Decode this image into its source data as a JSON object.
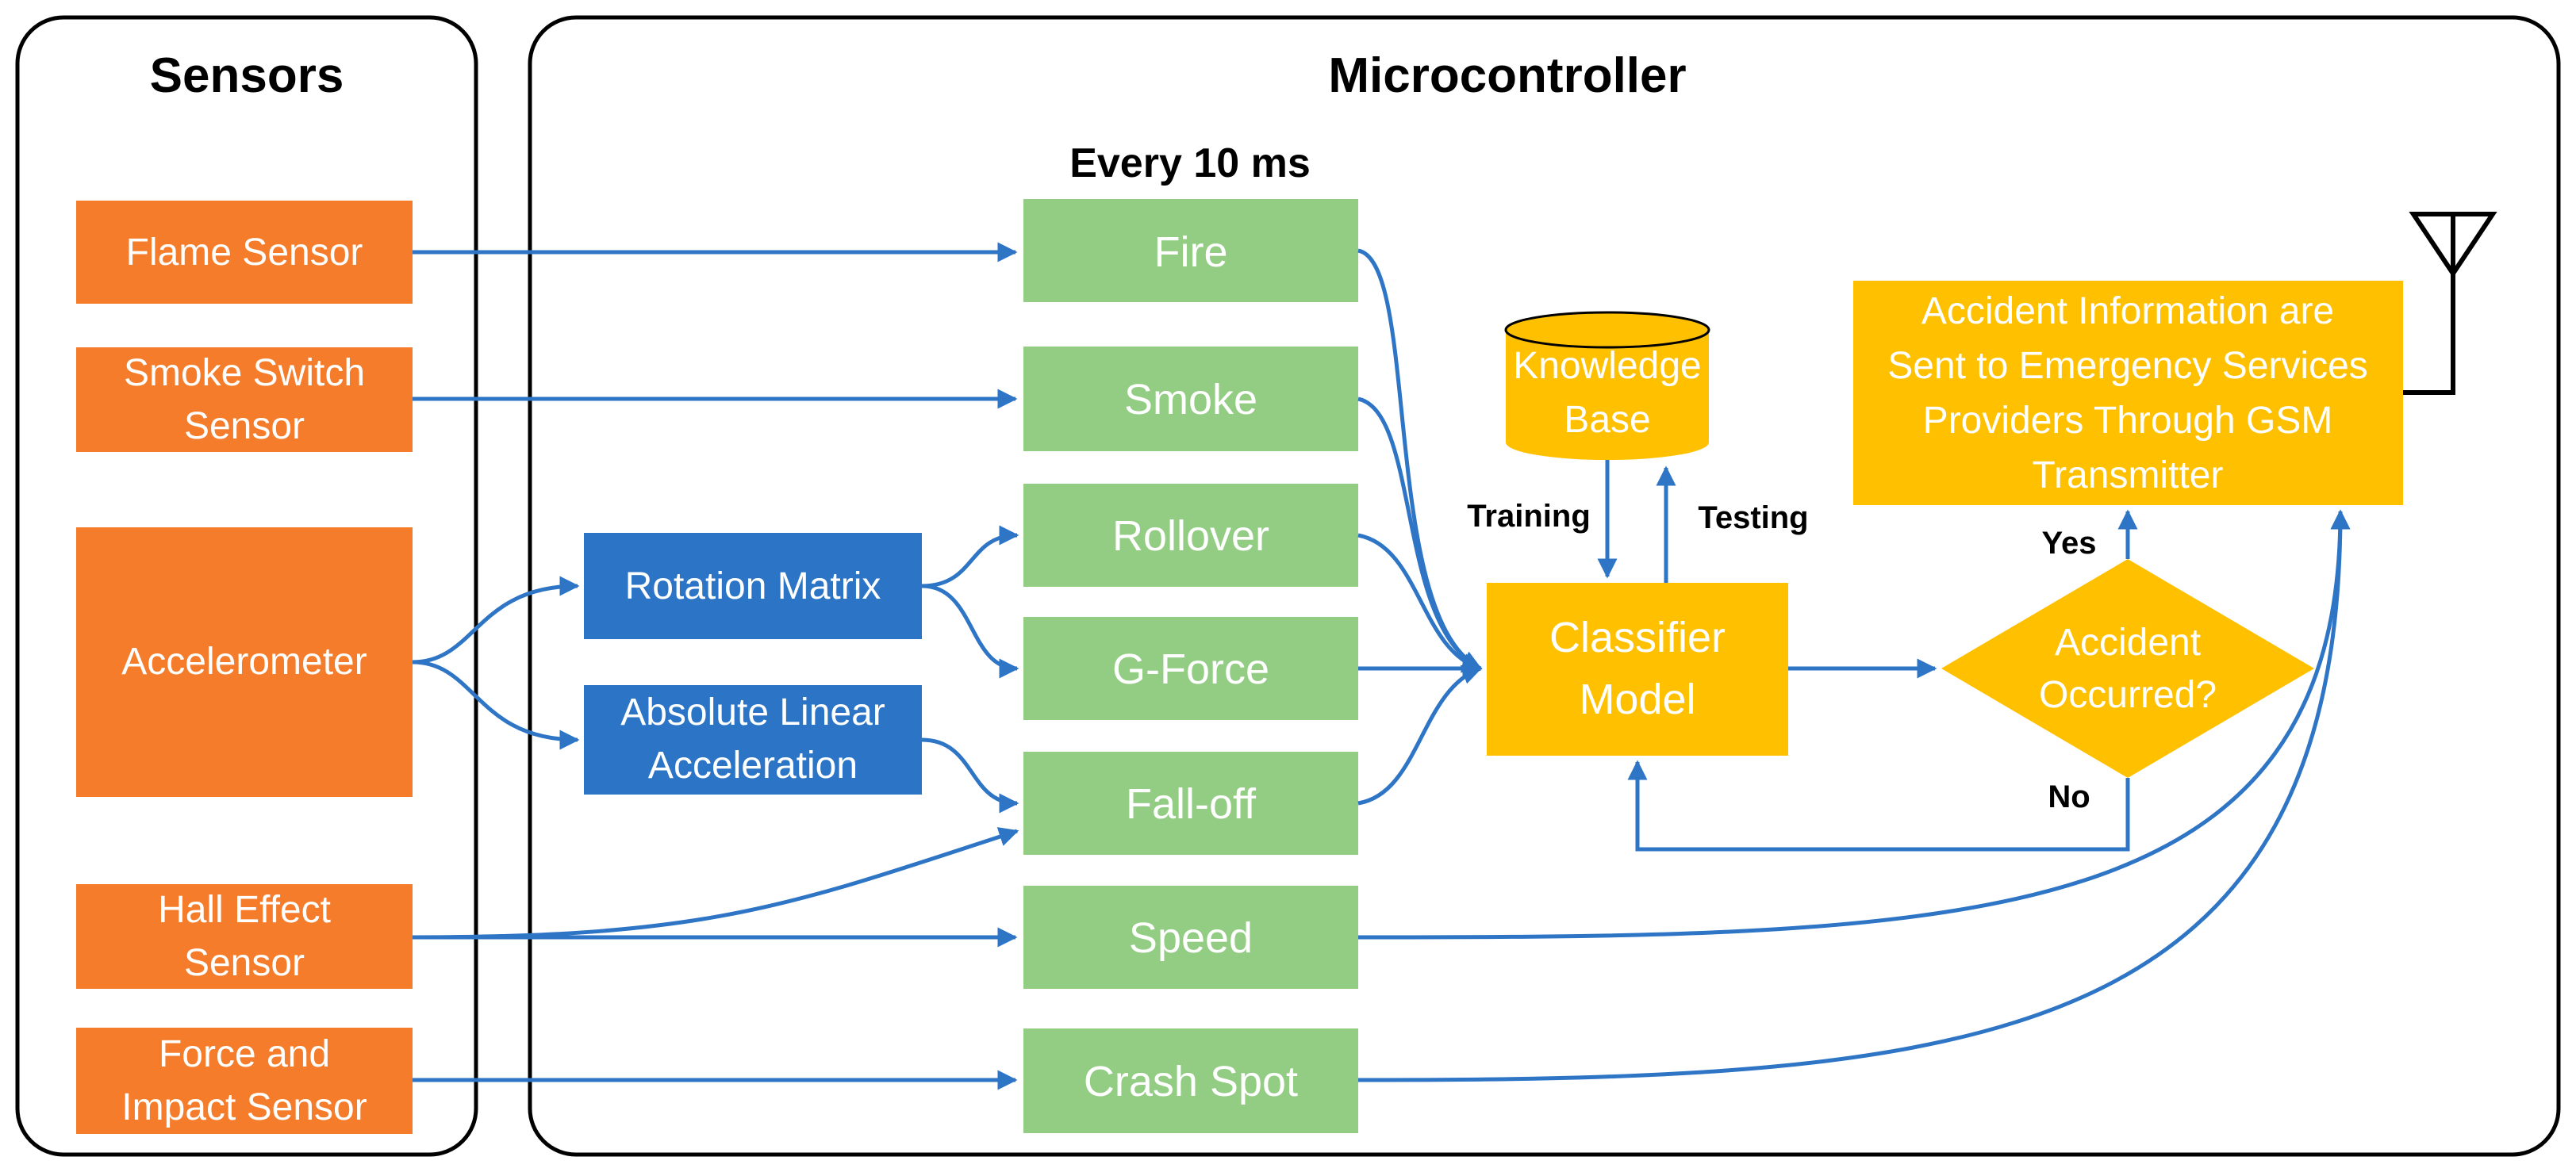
{
  "panels": {
    "sensors_title": "Sensors",
    "microcontroller_title": "Microcontroller",
    "interval_label": "Every 10 ms"
  },
  "sensors": [
    {
      "id": "flame",
      "lines": [
        "Flame Sensor"
      ]
    },
    {
      "id": "smoke",
      "lines": [
        "Smoke Switch",
        "Sensor"
      ]
    },
    {
      "id": "accel",
      "lines": [
        "Accelerometer"
      ]
    },
    {
      "id": "hall",
      "lines": [
        "Hall Effect",
        "Sensor"
      ]
    },
    {
      "id": "force",
      "lines": [
        "Force and",
        "Impact Sensor"
      ]
    }
  ],
  "processing": [
    {
      "id": "rotation",
      "lines": [
        "Rotation Matrix"
      ]
    },
    {
      "id": "abslin",
      "lines": [
        "Absolute Linear",
        "Acceleration"
      ]
    }
  ],
  "features": [
    {
      "id": "fire",
      "label": "Fire"
    },
    {
      "id": "smoke_f",
      "label": "Smoke"
    },
    {
      "id": "rollover",
      "label": "Rollover"
    },
    {
      "id": "gforce",
      "label": "G-Force"
    },
    {
      "id": "falloff",
      "label": "Fall-off"
    },
    {
      "id": "speed",
      "label": "Speed"
    },
    {
      "id": "crash",
      "label": "Crash Spot"
    }
  ],
  "knowledge_base": {
    "lines": [
      "Knowledge",
      "Base"
    ]
  },
  "classifier": {
    "lines": [
      "Classifier",
      "Model"
    ]
  },
  "decision": {
    "lines": [
      "Accident",
      "Occurred?"
    ]
  },
  "output": {
    "lines": [
      "Accident Information are",
      "Sent to Emergency Services",
      "Providers Through GSM",
      "Transmitter"
    ]
  },
  "edge_labels": {
    "training": "Training",
    "testing": "Testing",
    "yes": "Yes",
    "no": "No"
  },
  "colors": {
    "sensor": "#F47C2A",
    "process": "#2B74C6",
    "feature": "#93CD84",
    "model": "#FFC000",
    "arrow": "#2E75C6",
    "panel_border": "#000000"
  }
}
